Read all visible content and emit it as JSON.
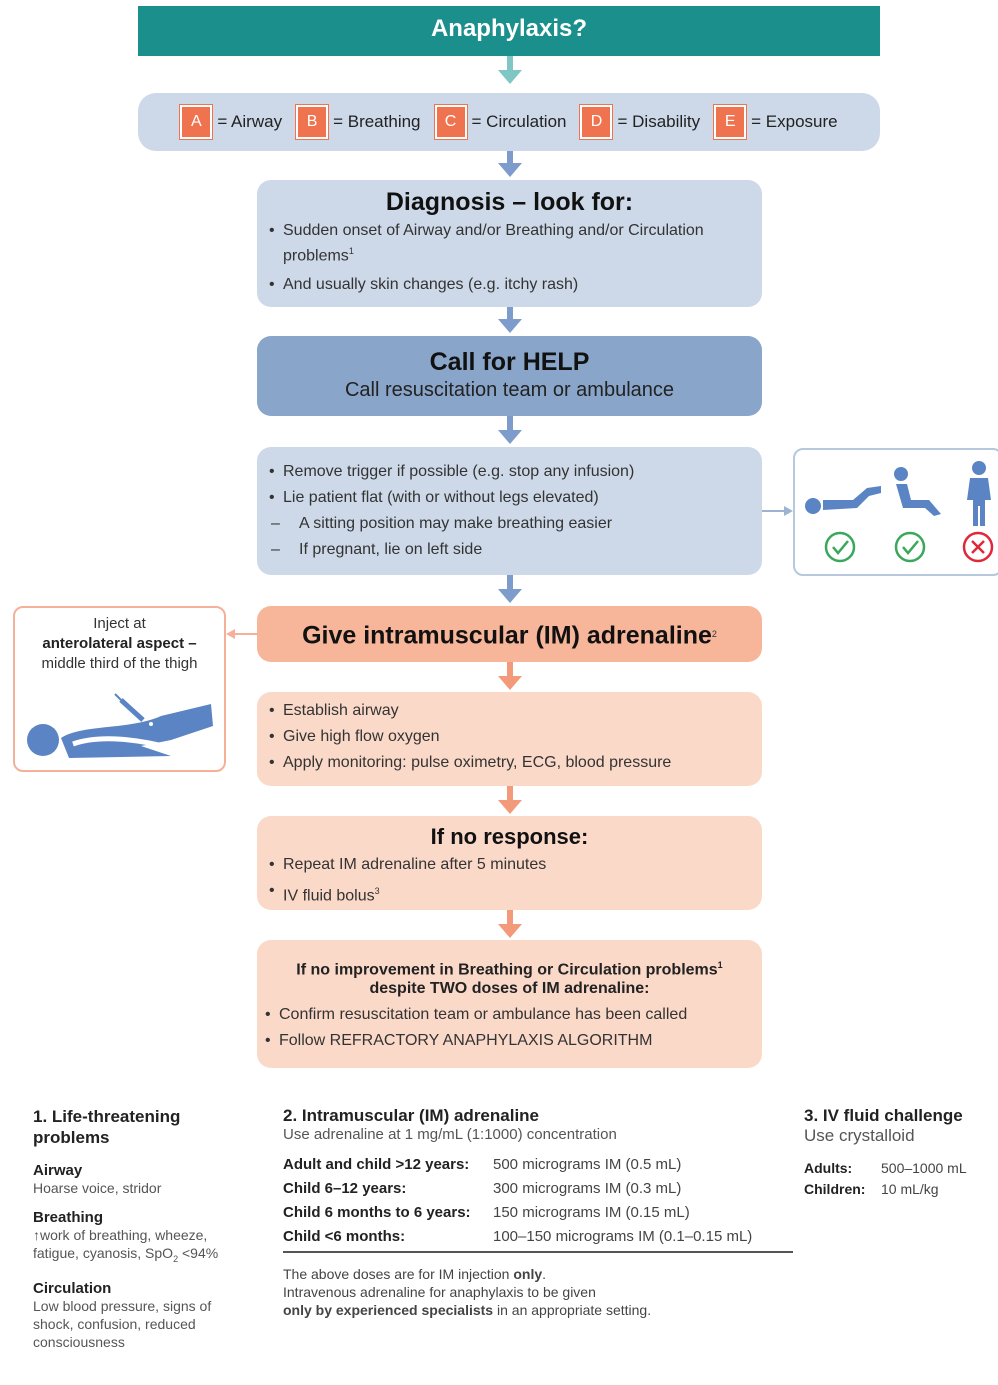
{
  "title": "Anaphylaxis?",
  "abcde": [
    {
      "letter": "A",
      "label": "= Airway"
    },
    {
      "letter": "B",
      "label": "= Breathing"
    },
    {
      "letter": "C",
      "label": "= Circulation"
    },
    {
      "letter": "D",
      "label": "= Disability"
    },
    {
      "letter": "E",
      "label": "= Exposure"
    }
  ],
  "diagnosis": {
    "heading": "Diagnosis – look for:",
    "items": [
      "Sudden onset of Airway and/or Breathing and/or Circulation problems",
      "And usually skin changes (e.g. itchy rash)"
    ],
    "footnote": "1"
  },
  "help": {
    "heading": "Call for HELP",
    "text": "Call resuscitation team or ambulance"
  },
  "position": {
    "items": [
      "Remove trigger if possible (e.g. stop any infusion)",
      "Lie patient flat (with or without legs elevated)"
    ],
    "subitems": [
      "A sitting position may make breathing easier",
      "If pregnant, lie on left side"
    ],
    "icons": [
      "lying-flat-icon",
      "sitting-icon",
      "standing-icon"
    ],
    "marks": [
      "check-icon",
      "check-icon",
      "cross-icon"
    ]
  },
  "adrenaline": {
    "heading": "Give intramuscular (IM) adrenaline",
    "footnote": "2"
  },
  "inject": {
    "line1": "Inject at",
    "line2": "anterolateral aspect –",
    "line3": "middle third of the thigh"
  },
  "support": {
    "items": [
      "Establish airway",
      "Give high flow oxygen",
      "Apply monitoring: pulse oximetry, ECG, blood pressure"
    ]
  },
  "no_response": {
    "heading": "If no response:",
    "items": [
      "Repeat IM adrenaline after 5 minutes",
      "IV fluid bolus"
    ],
    "footnote": "3"
  },
  "no_improvement": {
    "heading1": "If no improvement in Breathing or Circulation problems",
    "footnote": "1",
    "heading2": "despite TWO doses of IM adrenaline:",
    "items": [
      "Confirm resuscitation team or ambulance has been called",
      "Follow REFRACTORY ANAPHYLAXIS ALGORITHM"
    ]
  },
  "footer": {
    "col1": {
      "title": "1. Life-threatening problems",
      "airway_label": "Airway",
      "airway_text": "Hoarse voice, stridor",
      "breathing_label": "Breathing",
      "breathing_text_1": "↑work of breathing, wheeze,",
      "breathing_text_2": "fatigue, cyanosis, SpO",
      "breathing_sub": "2",
      "breathing_text_3": " <94%",
      "circulation_label": "Circulation",
      "circulation_text": "Low blood pressure, signs of shock, confusion, reduced consciousness"
    },
    "col2": {
      "title": "2. Intramuscular (IM) adrenaline",
      "subtitle": "Use adrenaline at 1 mg/mL (1:1000) concentration",
      "doses": [
        {
          "group": "Adult and child >12 years:",
          "dose": "500 micrograms IM (0.5 mL)"
        },
        {
          "group": "Child 6–12 years:",
          "dose": "300 micrograms IM (0.3 mL)"
        },
        {
          "group": "Child 6 months to 6 years:",
          "dose": "150 micrograms IM (0.15 mL)"
        },
        {
          "group": "Child <6 months:",
          "dose": "100–150 micrograms IM (0.1–0.15 mL)"
        }
      ],
      "note_1a": "The above doses are for IM injection ",
      "note_1b": "only",
      "note_1c": ".",
      "note_2": "Intravenous adrenaline for anaphylaxis to be given",
      "note_3a": "only by experienced specialists",
      "note_3b": " in an appropriate setting."
    },
    "col3": {
      "title": "3. IV fluid challenge",
      "subtitle": "Use crystalloid",
      "rows": [
        {
          "label": "Adults:",
          "value": "500–1000 mL"
        },
        {
          "label": "Children:",
          "value": "10 mL/kg"
        }
      ]
    }
  },
  "colors": {
    "teal": "#1a8f8b",
    "blue_light": "#cdd9e8",
    "blue_dark": "#89a6ca",
    "peach_dark": "#f7b599",
    "peach_light": "#fbd9c9",
    "orange": "#f0734f",
    "green": "#3aa85a",
    "red": "#e0283a"
  }
}
